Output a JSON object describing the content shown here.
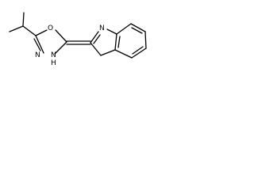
{
  "molecule": {
    "atom_labels": {
      "ring_oxygen": "O",
      "indole_nitrogen": "N",
      "triazole_nitrogen": "N",
      "nh_nitrogen": "N",
      "nh_hydrogen": "H"
    },
    "colors": {
      "bond": "#000000",
      "label": "#000000",
      "background": "#ffffff"
    }
  }
}
